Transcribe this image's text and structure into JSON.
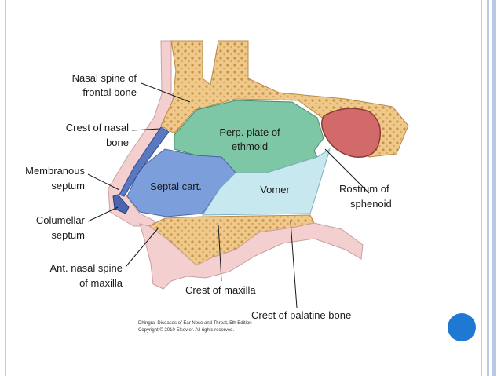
{
  "labels": {
    "nasal_spine_frontal_1": "Nasal spine of",
    "nasal_spine_frontal_2": "frontal bone",
    "crest_nasal_bone_1": "Crest of nasal",
    "crest_nasal_bone_2": "bone",
    "membranous_septum_1": "Membranous",
    "membranous_septum_2": "septum",
    "columellar_septum_1": "Columellar",
    "columellar_septum_2": "septum",
    "ant_nasal_spine_1": "Ant. nasal spine",
    "ant_nasal_spine_2": "of maxilla",
    "crest_maxilla": "Crest of maxilla",
    "crest_palatine": "Crest of palatine bone",
    "rostrum_1": "Rostrum of",
    "rostrum_2": "sphenoid"
  },
  "region_labels": {
    "perp_plate_1": "Perp. plate of",
    "perp_plate_2": "ethmoid",
    "septal_cart": "Septal cart.",
    "vomer": "Vomer"
  },
  "credit": {
    "line1": "Dhingra: Diseases of Ear Nose and Throat, 5th Edition",
    "line2": "Copyright © 2010 Elsevier. All rights reserved."
  },
  "colors": {
    "bone": "#eec98a",
    "bone_dots": "#c98f45",
    "skin": "#f3d0cf",
    "ethmoid": "#7ec7a6",
    "septal_cart": "#7c9fdb",
    "vomer": "#c7e8ef",
    "sinus": "#d26a6a",
    "accent_dot": "#1f78d1"
  }
}
